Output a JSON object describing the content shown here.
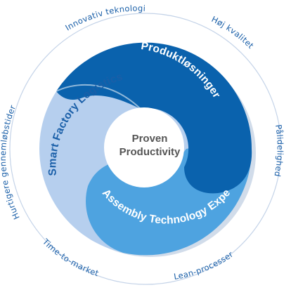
{
  "outer_ring_labels": {
    "top": "Innovativ teknologi",
    "top_right": "Høj kvalitet",
    "right": "Pålidelighed",
    "bottom_right": "Lean-processer",
    "bottom_left": "Time-to-market",
    "left": "Hurtigere gennemløbstider"
  },
  "segments": {
    "dark": "Produktløsninger",
    "light": "Smart Factory Logistics",
    "medium": "Assembly Technology Expert"
  },
  "center": {
    "line1": "Proven",
    "line2": "Productivity"
  },
  "colors": {
    "dark_blue": "#0a62ad",
    "light_blue": "#b6cfee",
    "medium_blue": "#4ea3e0",
    "outer_ring": "#c4d3e8",
    "text_blue": "#1a5fa8"
  }
}
